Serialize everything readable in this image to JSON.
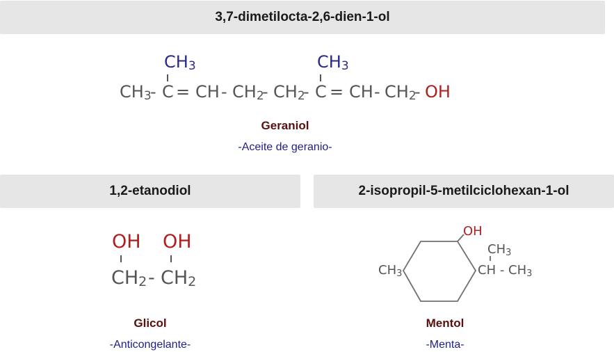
{
  "geraniol": {
    "iupac": "3,7-dimetilocta-2,6-dien-1-ol",
    "name": "Geraniol",
    "use": "-Aceite de geranio-",
    "formula": {
      "ch3_a": "CH",
      "ch3_a_sub": "3",
      "c1": "C",
      "eq1": "=",
      "ch1": "CH",
      "ch2a": "CH",
      "ch2a_sub": "2",
      "ch2b": "CH",
      "ch2b_sub": "2",
      "c2": "C",
      "eq2": "=",
      "ch2": "CH",
      "ch2c": "CH",
      "ch2c_sub": "2",
      "oh": "OH",
      "dash": "-",
      "branch1": "CH",
      "branch1_sub": "3",
      "branch2": "CH",
      "branch2_sub": "3"
    }
  },
  "glicol": {
    "iupac": "1,2-etanodiol",
    "name": "Glicol",
    "use": "-Anticongelante-",
    "formula": {
      "oh1": "OH",
      "oh2": "OH",
      "ch2_1": "CH",
      "ch2_1_sub": "2",
      "dash": "-",
      "ch2_2": "CH",
      "ch2_2_sub": "2"
    }
  },
  "mentol": {
    "iupac": "2-isopropil-5-metilciclohexan-1-ol",
    "name": "Mentol",
    "use": "-Menta-",
    "formula": {
      "oh": "OH",
      "ch3_left": "CH",
      "ch3_left_sub": "3",
      "ch_right": "CH - CH",
      "ch_right_sub": "3",
      "ch3_top": "CH",
      "ch3_top_sub": "3"
    }
  },
  "colors": {
    "header_bg": "#e6e6e6",
    "name": "#5a0f0f",
    "use": "#1e1e8a",
    "formula_gray": "#555555",
    "branch_blue": "#2a2a8a",
    "hydroxyl_red": "#b01e1e"
  }
}
